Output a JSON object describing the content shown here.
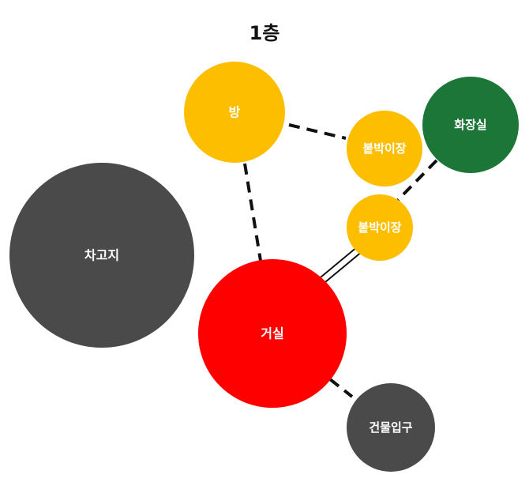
{
  "title": "1층",
  "colors": {
    "room": "#FDBE00",
    "closet": "#FDBE00",
    "bathroom": "#1B7637",
    "garage": "#4A4A4A",
    "living": "#FF0000",
    "entrance": "#4A4A4A",
    "label": "#FFFFFF",
    "connector": "#111111"
  },
  "nodes": {
    "room": {
      "label": "방"
    },
    "closet_top": {
      "label": "붙박이장"
    },
    "bathroom": {
      "label": "화장실"
    },
    "closet_bottom": {
      "label": "붙박이장"
    },
    "garage": {
      "label": "차고지"
    },
    "living": {
      "label": "거실"
    },
    "entrance": {
      "label": "건물입구"
    }
  },
  "edges": [
    {
      "from": "room",
      "to": "closet_top",
      "style": "dashed"
    },
    {
      "from": "room",
      "to": "living",
      "style": "dashed"
    },
    {
      "from": "bathroom",
      "to": "closet_bottom",
      "style": "dashed"
    },
    {
      "from": "closet_bottom",
      "to": "living",
      "style": "double"
    },
    {
      "from": "living",
      "to": "entrance",
      "style": "dashed"
    }
  ]
}
